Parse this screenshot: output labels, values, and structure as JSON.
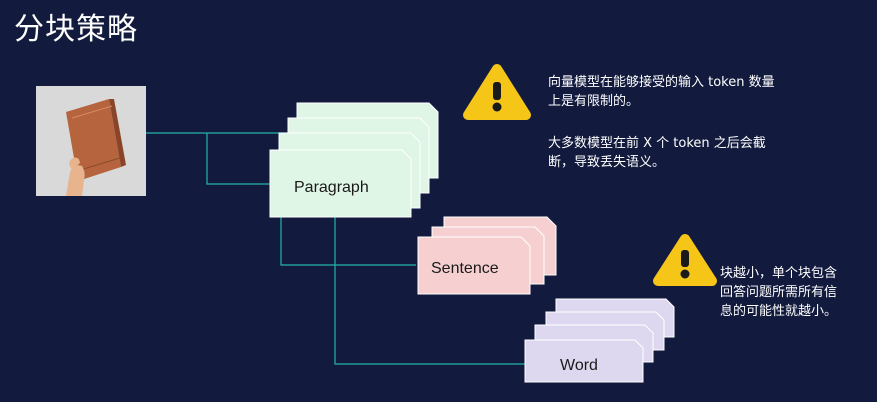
{
  "title": "分块策略",
  "cards": {
    "paragraph": {
      "label": "Paragraph",
      "fill": "#dff5e6"
    },
    "sentence": {
      "label": "Sentence",
      "fill": "#f6d0d0"
    },
    "word": {
      "label": "Word",
      "fill": "#ddd8ef"
    }
  },
  "notes": {
    "top_line1": "向量模型在能够接受的输入 token 数量",
    "top_line2": "上是有限制的。",
    "mid_line1": "大多数模型在前 X 个 token 之后会截",
    "mid_line2": "断，导致丢失语义。",
    "bottom_line1": "块越小，单个块包含",
    "bottom_line2": "回答问题所需所有信",
    "bottom_line3": "息的可能性就越小。"
  },
  "colors": {
    "background": "#121a3d",
    "connector": "#22b3a8",
    "warning": "#f5c518"
  },
  "icons": {
    "book": "book-in-hand-image",
    "warning": "warning-icon"
  }
}
